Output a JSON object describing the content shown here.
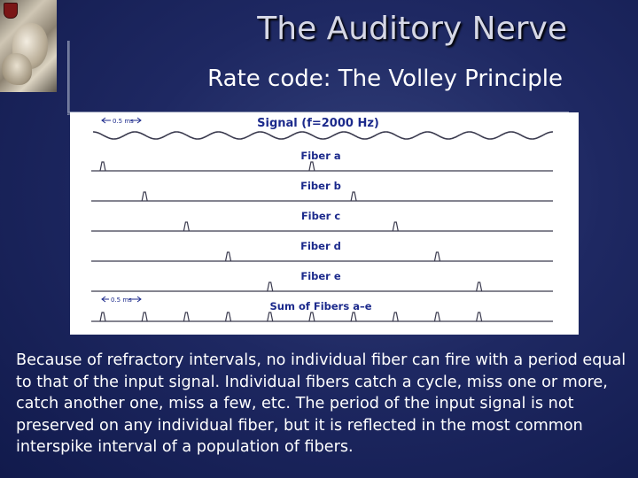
{
  "slide": {
    "title": "The Auditory Nerve",
    "subtitle": "Rate code: The Volley Principle",
    "body": "Because of refractory intervals, no individual fiber can fire with a period equal to that of the input signal. Individual fibers catch a cycle, miss one or more, catch another one, miss a few, etc. The period of the input signal is not preserved on any individual fiber, but it is reflected in the most common interspike interval of a population of fibers."
  },
  "figure": {
    "signal_label": "Signal (f=2000 Hz)",
    "period_label": "0.5 ms",
    "signal_cycles": 11,
    "traces": [
      {
        "label": "Fiber a",
        "spike_cycles": [
          0,
          5
        ]
      },
      {
        "label": "Fiber b",
        "spike_cycles": [
          1,
          6
        ]
      },
      {
        "label": "Fiber c",
        "spike_cycles": [
          2,
          7
        ]
      },
      {
        "label": "Fiber d",
        "spike_cycles": [
          3,
          8
        ]
      },
      {
        "label": "Fiber e",
        "spike_cycles": [
          4,
          9
        ]
      },
      {
        "label": "Sum of Fibers a–e",
        "spike_cycles": [
          0,
          1,
          2,
          3,
          4,
          5,
          6,
          7,
          8,
          9
        ]
      }
    ],
    "colors": {
      "ink": "#1c2a8c",
      "trace": "#3a3a4e"
    }
  },
  "icons": {
    "logo": "university-crest-logo"
  }
}
